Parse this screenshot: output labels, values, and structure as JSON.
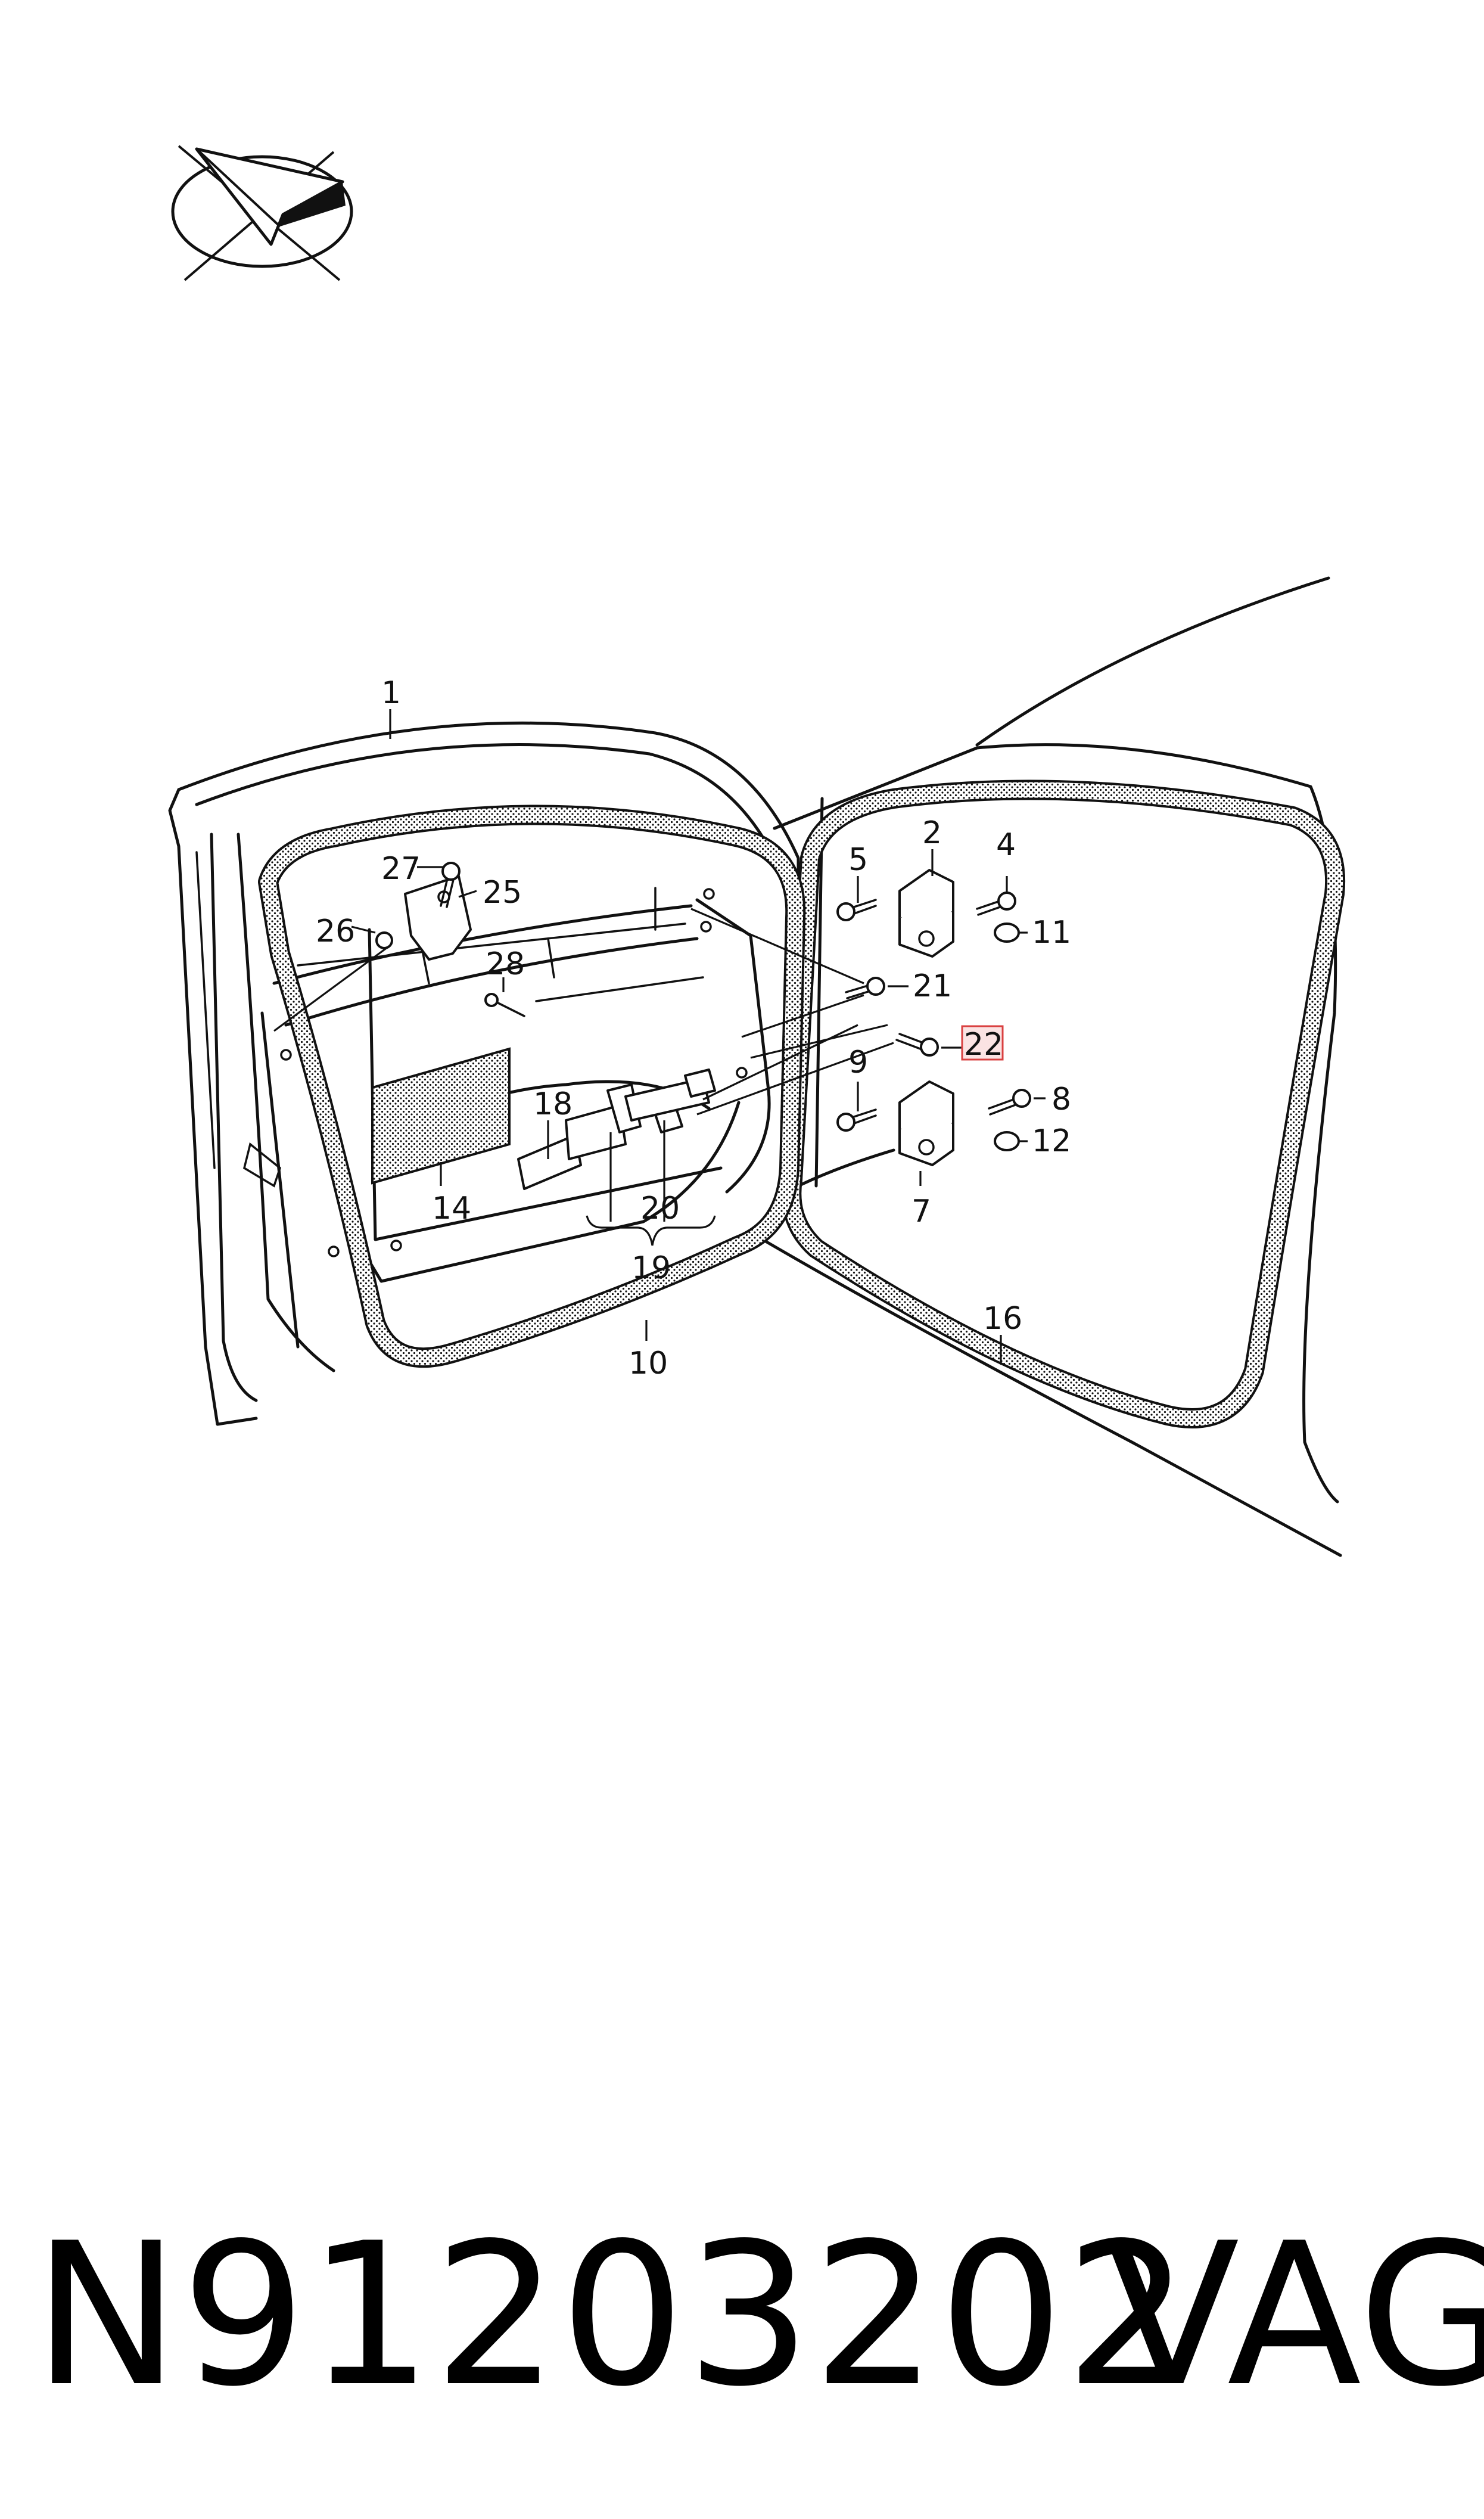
{
  "diagram": {
    "part_numbers": {
      "p1": "1",
      "p2": "2",
      "p4": "4",
      "p5": "5",
      "p7": "7",
      "p8": "8",
      "p9": "9",
      "p10": "10",
      "p11": "11",
      "p12": "12",
      "p14": "14",
      "p16": "16",
      "p18": "18",
      "p19": "19",
      "p20": "20",
      "p21": "21",
      "p22": "22",
      "p25": "25",
      "p26": "26",
      "p27": "27",
      "p28": "28"
    },
    "highlighted_part": "22",
    "highlight_color": "#d94040",
    "logo_icon": "paper-plane-logo-icon"
  },
  "footer": {
    "part_code": "N91203202",
    "brand": "VAG"
  }
}
